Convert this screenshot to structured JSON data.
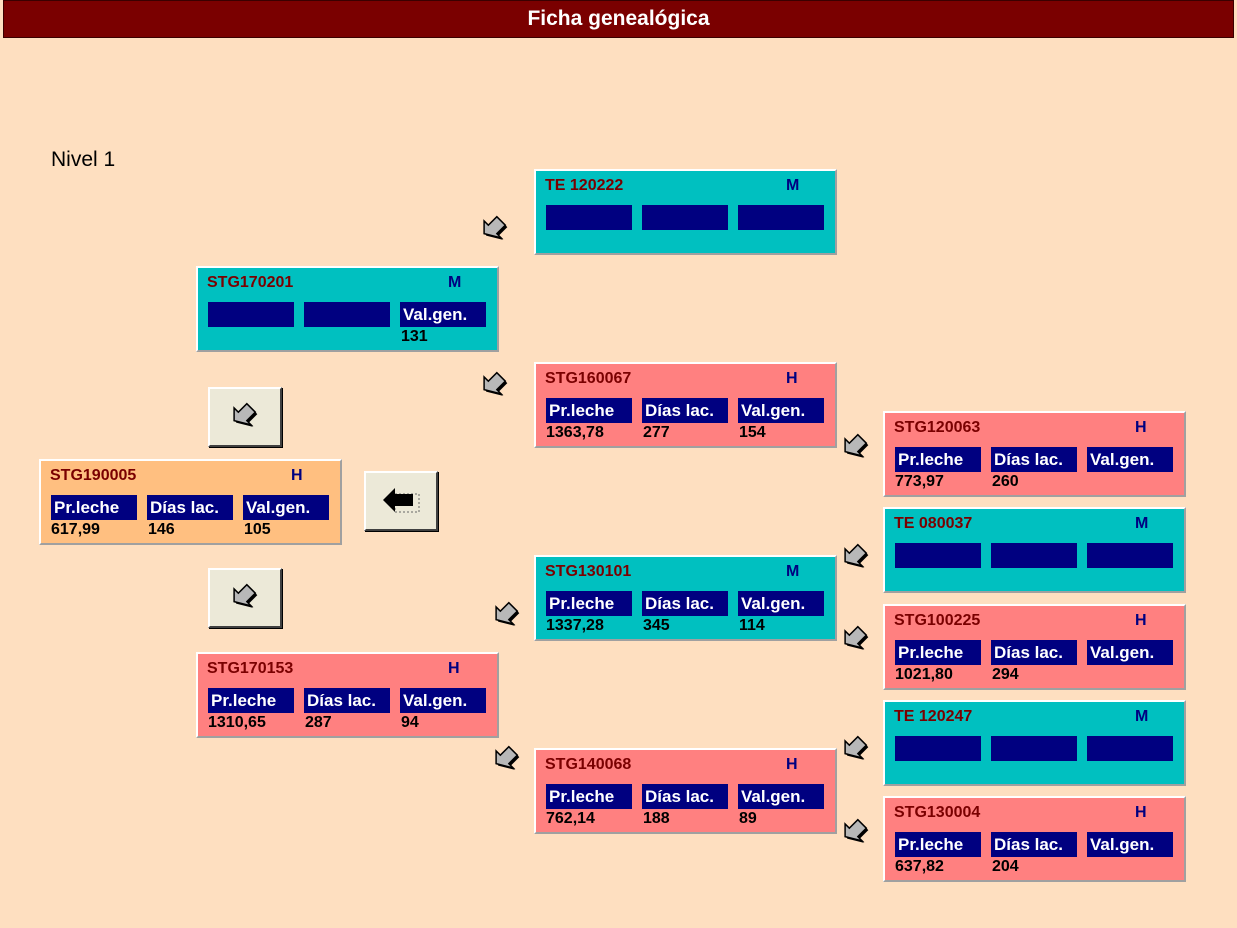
{
  "title": "Ficha genealógica",
  "level_label": "Nivel 1",
  "labels": {
    "prod": "Pr.leche",
    "days": "Días lac.",
    "val": "Val.gen."
  },
  "colors": {
    "title_bg": "#7A0000",
    "male_card": "#00C0C0",
    "female_card": "#FF8080",
    "subject_card": "#FFBF80",
    "field_bg": "#000080",
    "page_bg": "#FEDFC0"
  },
  "icons": {
    "parent_arrow": "diagonal-arrow-icon",
    "nav_arrow": "left-arrow-icon"
  },
  "animals": {
    "subject": {
      "id": "STG190005",
      "sex": "H",
      "prod": "617,99",
      "days": "146",
      "val": "105"
    },
    "sire": {
      "id": "STG170201",
      "sex": "M",
      "prod": "",
      "days": "",
      "val": "131"
    },
    "dam": {
      "id": "STG170153",
      "sex": "H",
      "prod": "1310,65",
      "days": "287",
      "val": "94"
    },
    "sire_sire": {
      "id": "TE 120222",
      "sex": "M"
    },
    "sire_dam": {
      "id": "STG160067",
      "sex": "H",
      "prod": "1363,78",
      "days": "277",
      "val": "154"
    },
    "dam_sire": {
      "id": "STG130101",
      "sex": "M",
      "prod": "1337,28",
      "days": "345",
      "val": "114"
    },
    "dam_dam": {
      "id": "STG140068",
      "sex": "H",
      "prod": "762,14",
      "days": "188",
      "val": "89"
    },
    "sd_dam": {
      "id": "STG120063",
      "sex": "H",
      "prod": "773,97",
      "days": "260",
      "val": ""
    },
    "ds_sire": {
      "id": "TE 080037",
      "sex": "M"
    },
    "ds_dam": {
      "id": "STG100225",
      "sex": "H",
      "prod": "1021,80",
      "days": "294",
      "val": ""
    },
    "dd_sire": {
      "id": "TE 120247",
      "sex": "M"
    },
    "dd_dam": {
      "id": "STG130004",
      "sex": "H",
      "prod": "637,82",
      "days": "204",
      "val": ""
    }
  }
}
